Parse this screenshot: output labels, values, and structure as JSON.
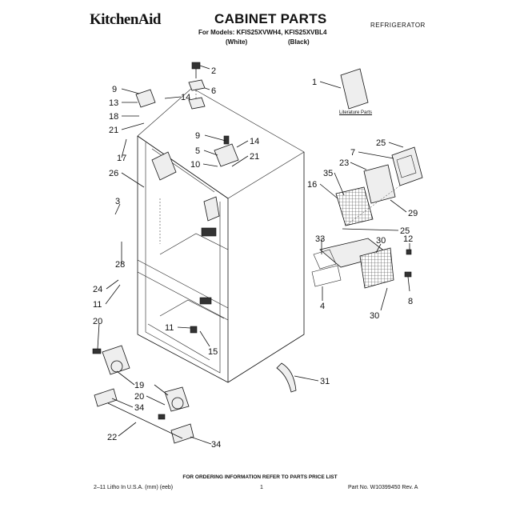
{
  "header": {
    "brand": "KitchenAid",
    "title": "CABINET PARTS",
    "models_line": "For Models: KFIS25XVWH4, KFIS25XVBL4",
    "variant_white": "(White)",
    "variant_black": "(Black)",
    "category": "REFRIGERATOR"
  },
  "literature_label": "Literature Parts",
  "callouts": [
    {
      "id": "c-2",
      "label": "2"
    },
    {
      "id": "c-6",
      "label": "6"
    },
    {
      "id": "c-9a",
      "label": "9"
    },
    {
      "id": "c-14a",
      "label": "14"
    },
    {
      "id": "c-13",
      "label": "13"
    },
    {
      "id": "c-18",
      "label": "18"
    },
    {
      "id": "c-21a",
      "label": "21"
    },
    {
      "id": "c-17",
      "label": "17"
    },
    {
      "id": "c-26",
      "label": "26"
    },
    {
      "id": "c-9b",
      "label": "9"
    },
    {
      "id": "c-14b",
      "label": "14"
    },
    {
      "id": "c-5",
      "label": "5"
    },
    {
      "id": "c-21b",
      "label": "21"
    },
    {
      "id": "c-10",
      "label": "10"
    },
    {
      "id": "c-1",
      "label": "1"
    },
    {
      "id": "c-25a",
      "label": "25"
    },
    {
      "id": "c-7",
      "label": "7"
    },
    {
      "id": "c-23",
      "label": "23"
    },
    {
      "id": "c-35",
      "label": "35"
    },
    {
      "id": "c-16",
      "label": "16"
    },
    {
      "id": "c-29",
      "label": "29"
    },
    {
      "id": "c-25b",
      "label": "25"
    },
    {
      "id": "c-33",
      "label": "33"
    },
    {
      "id": "c-30a",
      "label": "30"
    },
    {
      "id": "c-12",
      "label": "12"
    },
    {
      "id": "c-3",
      "label": "3"
    },
    {
      "id": "c-28",
      "label": "28"
    },
    {
      "id": "c-24",
      "label": "24"
    },
    {
      "id": "c-11a",
      "label": "11"
    },
    {
      "id": "c-4",
      "label": "4"
    },
    {
      "id": "c-8",
      "label": "8"
    },
    {
      "id": "c-30b",
      "label": "30"
    },
    {
      "id": "c-20a",
      "label": "20"
    },
    {
      "id": "c-11b",
      "label": "11"
    },
    {
      "id": "c-15",
      "label": "15"
    },
    {
      "id": "c-31",
      "label": "31"
    },
    {
      "id": "c-19",
      "label": "19"
    },
    {
      "id": "c-20b",
      "label": "20"
    },
    {
      "id": "c-34a",
      "label": "34"
    },
    {
      "id": "c-22",
      "label": "22"
    },
    {
      "id": "c-34b",
      "label": "34"
    }
  ],
  "footer": {
    "note": "FOR ORDERING INFORMATION REFER TO PARTS PRICE LIST",
    "left": "2–11 Litho In U.S.A. (rnm) (eeb)",
    "page": "1",
    "right": "Part No. W10399450 Rev. A"
  }
}
